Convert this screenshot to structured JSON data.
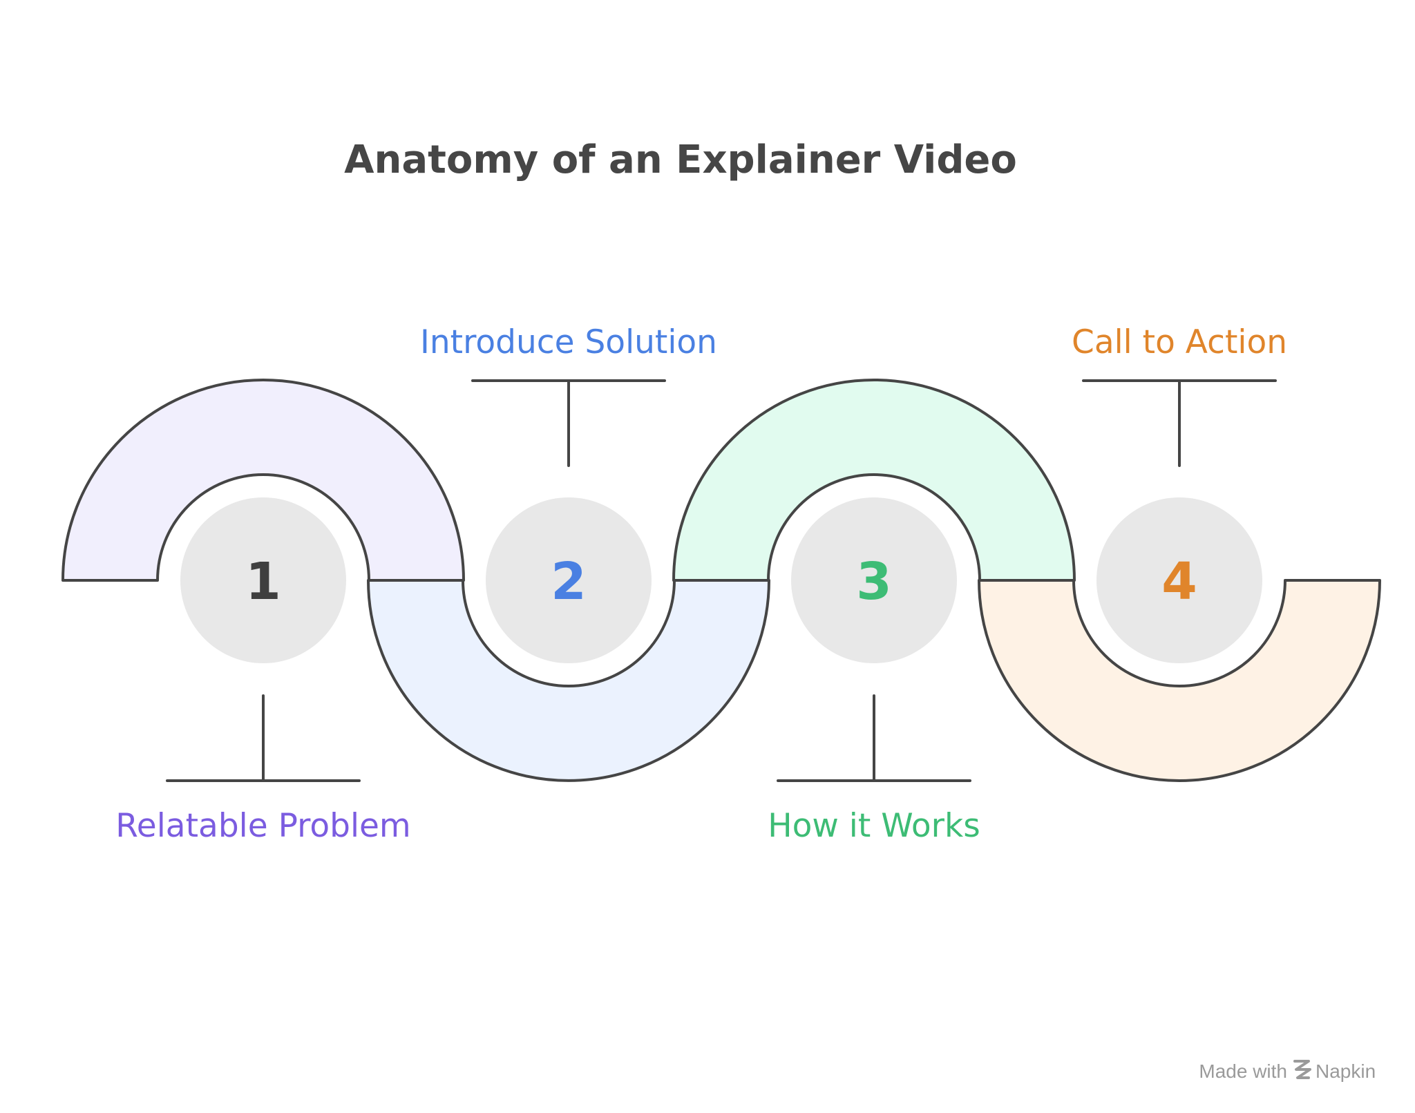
{
  "title": "Anatomy of an Explainer Video",
  "steps": [
    {
      "number": "1",
      "label": "Relatable Problem",
      "color": "#7b5ce0",
      "fill": "#f1effd",
      "band": "upper"
    },
    {
      "number": "2",
      "label": "Introduce Solution",
      "color": "#4a80e2",
      "fill": "#ebf2fe",
      "band": "lower"
    },
    {
      "number": "3",
      "label": "How it Works",
      "color": "#3dbc75",
      "fill": "#e1fbef",
      "band": "upper"
    },
    {
      "number": "4",
      "label": "Call to Action",
      "color": "#e0852b",
      "fill": "#fef2e5",
      "band": "lower"
    }
  ],
  "footer": {
    "made_with": "Made with",
    "brand": "Napkin",
    "brand_icon": "napkin-logo-icon"
  }
}
